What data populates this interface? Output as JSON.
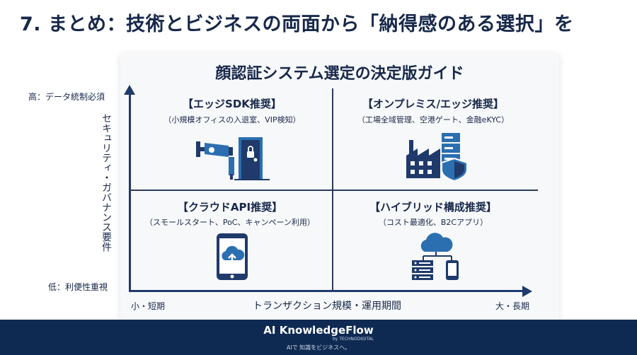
{
  "slide": {
    "title": "7. まとめ：技術とビジネスの両面から「納得感のある選択」を"
  },
  "card": {
    "title": "顔認証システム選定の決定版ガイド"
  },
  "axes": {
    "y_top": "高：データ統制必須",
    "y_bottom": "低：利便性重視",
    "y_label": "セキュリティ・ガバナンス要件",
    "x_left": "小・短期",
    "x_label": "トランザクション規模・運用期間",
    "x_right": "大・長期"
  },
  "quadrants": {
    "top_left": {
      "title": "【エッジSDK推奨】",
      "subtitle": "（小規模オフィスの入退室、VIP検知）",
      "icon": "camera-door-icon"
    },
    "top_right": {
      "title": "【オンプレミス/エッジ推奨】",
      "subtitle": "（工場全域管理、空港ゲート、金融eKYC）",
      "icon": "factory-server-shield-icon"
    },
    "bottom_left": {
      "title": "【クラウドAPI推奨】",
      "subtitle": "（スモールスタート、PoC、キャンペーン利用）",
      "icon": "phone-cloud-icon"
    },
    "bottom_right": {
      "title": "【ハイブリッド構成推奨】",
      "subtitle": "（コスト最適化、B2Cアプリ）",
      "icon": "cloud-server-phone-icon"
    }
  },
  "footer": {
    "brand": "AI KnowledgeFlow",
    "by": "by TECHNODIGITAL",
    "tagline": "AIで 知識をビジネスへ。"
  },
  "colors": {
    "navy": "#17284a",
    "icon_blue": "#2b6fb0",
    "footer": "#0f2a52"
  }
}
